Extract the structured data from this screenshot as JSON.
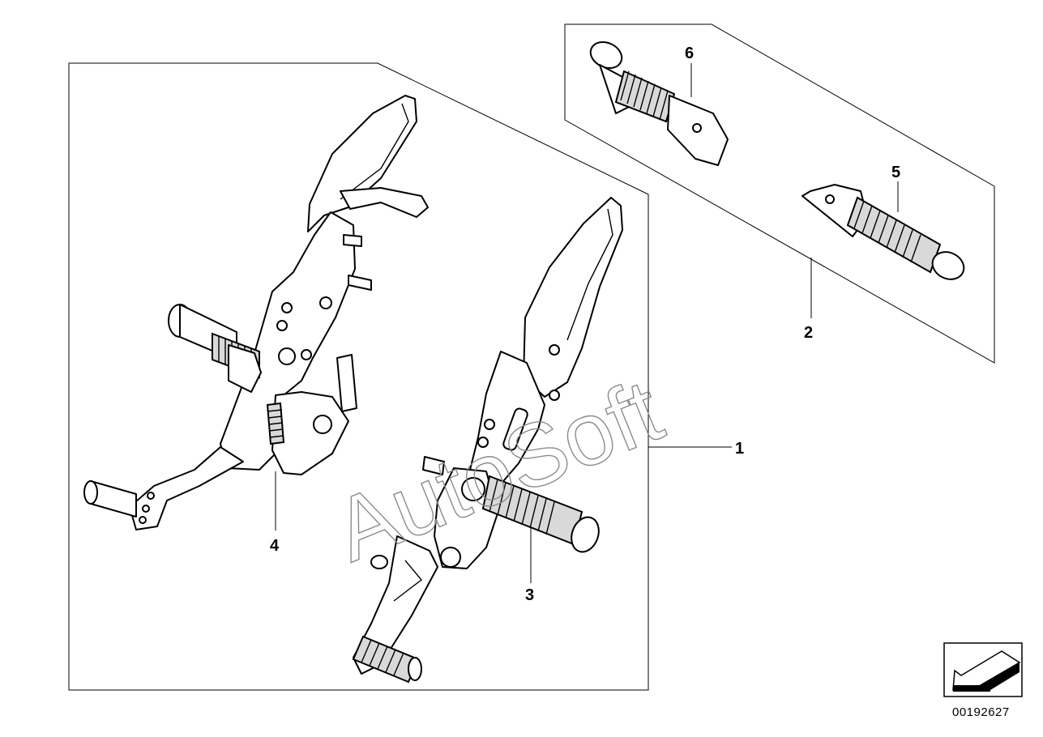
{
  "callouts": {
    "c1": "1",
    "c2": "2",
    "c3": "3",
    "c4": "4",
    "c5": "5",
    "c6": "6"
  },
  "watermark": "AutoSoft",
  "part_number": "00192627",
  "icons": {
    "navigation": "arrow-down-left-icon"
  },
  "colors": {
    "line": "#000000",
    "watermark": "#8c8c8c",
    "background": "#ffffff"
  }
}
